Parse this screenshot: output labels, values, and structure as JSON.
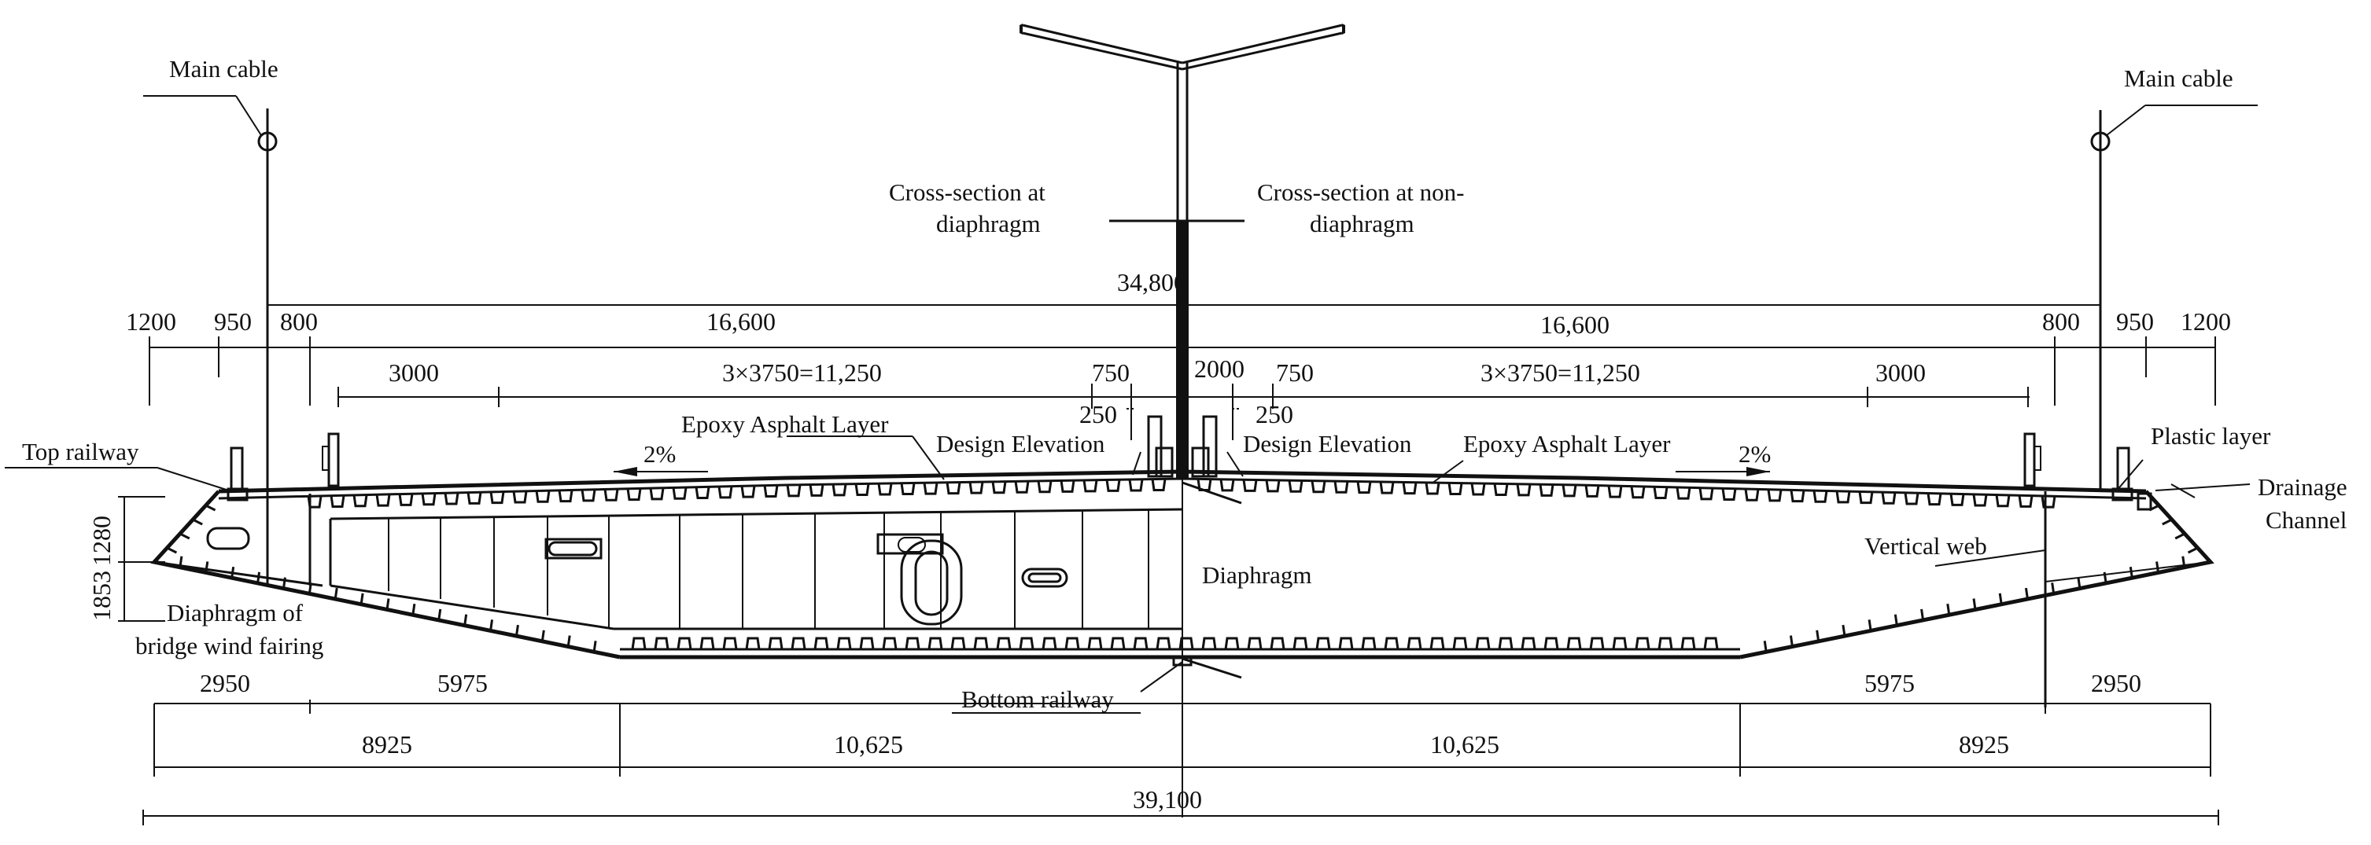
{
  "labels": {
    "main_cable_left": "Main cable",
    "main_cable_right": "Main cable",
    "cs_diaphragm_1": "Cross-section at",
    "cs_diaphragm_2": "diaphragm",
    "cs_nondiaphragm_1": "Cross-section at non-",
    "cs_nondiaphragm_2": "diaphragm",
    "top_railway": "Top railway",
    "epoxy_left": "Epoxy Asphalt Layer",
    "epoxy_right": "Epoxy Asphalt Layer",
    "design_elev_left": "Design Elevation",
    "design_elev_right": "Design Elevation",
    "plastic_layer": "Plastic layer",
    "drainage_1": "Drainage",
    "drainage_2": "Channel",
    "vertical_web": "Vertical web",
    "diaphragm": "Diaphragm",
    "wind_fairing_1": "Diaphragm of",
    "wind_fairing_2": "bridge wind fairing",
    "bottom_railway": "Bottom railway",
    "slope_left": "2%",
    "slope_right": "2%"
  },
  "dimensions": {
    "total_top": "34,800",
    "half_left": "16,600",
    "half_right": "16,600",
    "edge_1200_l": "1200",
    "edge_950_l": "950",
    "edge_800_l": "800",
    "edge_800_r": "800",
    "edge_950_r": "950",
    "edge_1200_r": "1200",
    "lane_3000_l": "3000",
    "lanes_l": "3×3750=11,250",
    "w750_l": "750",
    "w2000": "2000",
    "w750_r": "750",
    "lanes_r": "3×3750=11,250",
    "lane_3000_r": "3000",
    "w250_l": "250",
    "w250_r": "250",
    "h1280": "1280",
    "h1853": "1853",
    "b2950_l": "2950",
    "b5975_l": "5975",
    "b5975_r": "5975",
    "b2950_r": "2950",
    "b8925_l": "8925",
    "b10625_l": "10,625",
    "b10625_r": "10,625",
    "b8925_r": "8925",
    "total_bottom": "39,100"
  }
}
